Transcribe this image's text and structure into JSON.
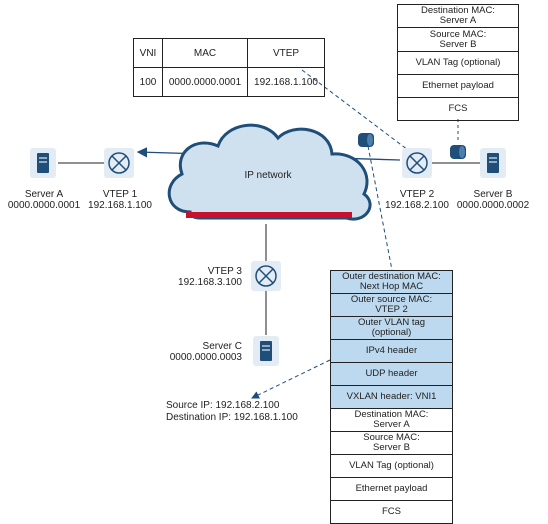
{
  "vni_table": {
    "headers": [
      "VNI",
      "MAC",
      "VTEP"
    ],
    "row": [
      "100",
      "0000.0000.0001",
      "192.168.1.100"
    ]
  },
  "cloud_label": "IP network",
  "nodes": {
    "server_a": {
      "name": "Server A",
      "addr": "0000.0000.0001"
    },
    "vtep1": {
      "name": "VTEP 1",
      "addr": "192.168.1.100"
    },
    "vtep2": {
      "name": "VTEP 2",
      "addr": "192.168.2.100"
    },
    "server_b": {
      "name": "Server B",
      "addr": "0000.0000.0002"
    },
    "vtep3": {
      "name": "VTEP 3",
      "addr": "192.168.3.100"
    },
    "server_c": {
      "name": "Server C",
      "addr": "0000.0000.0003"
    }
  },
  "inner_frame": {
    "rows": [
      {
        "l1": "Destination MAC:",
        "l2": "Server A"
      },
      {
        "l1": "Source MAC:",
        "l2": "Server B"
      },
      {
        "l1": "VLAN Tag (optional)",
        "l2": ""
      },
      {
        "l1": "Ethernet payload",
        "l2": ""
      },
      {
        "l1": "FCS",
        "l2": ""
      }
    ]
  },
  "outer_frame": {
    "rows": [
      {
        "l1": "Outer destination MAC:",
        "l2": "Next Hop MAC",
        "hl": true
      },
      {
        "l1": "Outer source MAC:",
        "l2": "VTEP 2",
        "hl": true
      },
      {
        "l1": "Outer VLAN tag",
        "l2": "(optional)",
        "hl": true
      },
      {
        "l1": "IPv4 header",
        "l2": "",
        "hl": true
      },
      {
        "l1": "UDP header",
        "l2": "",
        "hl": true
      },
      {
        "l1": "VXLAN header: VNI1",
        "l2": "",
        "hl": true
      },
      {
        "l1": "Destination MAC:",
        "l2": "Server A",
        "hl": false
      },
      {
        "l1": "Source MAC:",
        "l2": "Server B",
        "hl": false
      },
      {
        "l1": "VLAN Tag (optional)",
        "l2": "",
        "hl": false
      },
      {
        "l1": "Ethernet payload",
        "l2": "",
        "hl": false
      },
      {
        "l1": "FCS",
        "l2": "",
        "hl": false
      }
    ]
  },
  "ip_annotation": {
    "source": "Source IP: 192.168.2.100",
    "destination": "Destination IP: 192.168.1.100"
  },
  "colors": {
    "header_fill": "#bcd9ef",
    "cloud_fill": "#cfe0ee",
    "cloud_accent": "#c8102e",
    "device_fill": "#e3ecf5",
    "device_stroke": "#1f4e79"
  }
}
